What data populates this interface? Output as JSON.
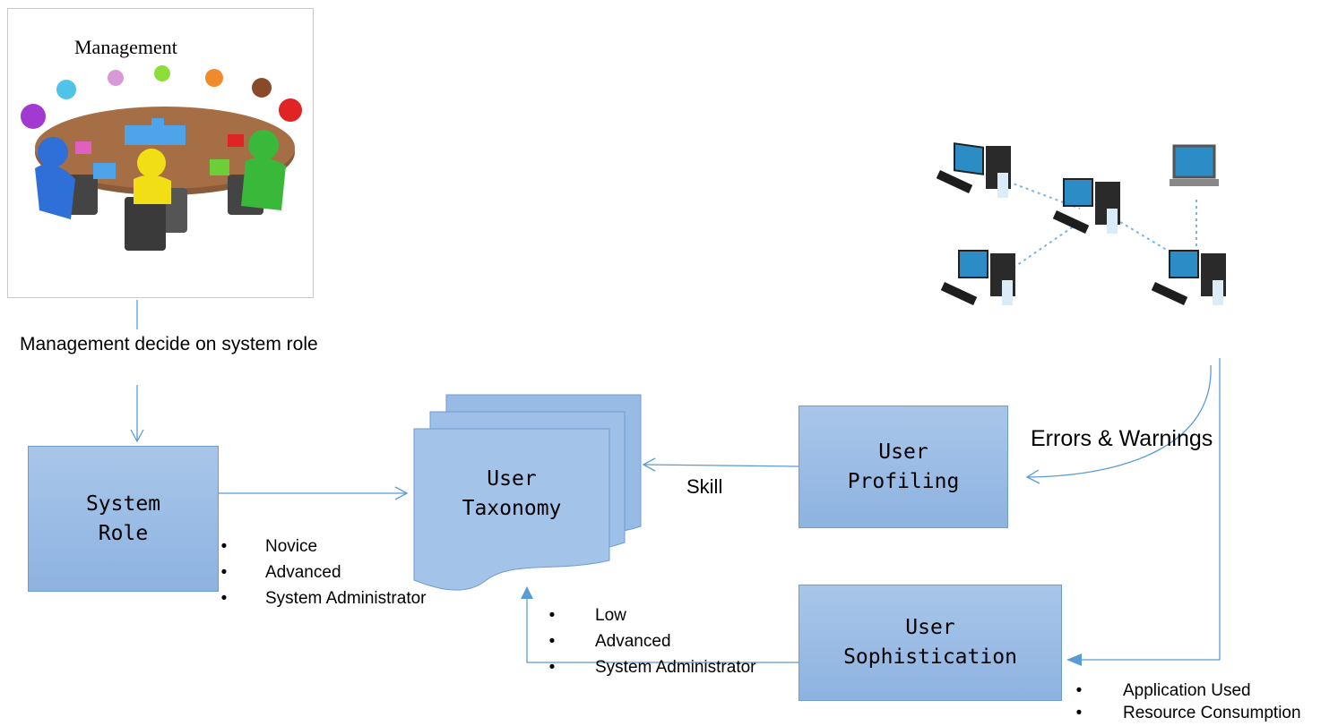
{
  "management": {
    "title": "Management",
    "image": "meeting-puzzle-illustration"
  },
  "network": {
    "image": "computer-network-illustration"
  },
  "labels": {
    "management_decide": "Management decide on system role",
    "skill": "Skill",
    "errors_warnings": "Errors & Warnings"
  },
  "nodes": {
    "system_role": "System\nRole",
    "user_taxonomy": "User\nTaxonomy",
    "user_profiling": "User\nProfiling",
    "user_sophistication": "User\nSophistication"
  },
  "role_levels": [
    "Novice",
    "Advanced",
    "System Administrator"
  ],
  "sophistication_levels": [
    "Low",
    "Advanced",
    "System Administrator"
  ],
  "sophistication_inputs": [
    "Application Used",
    "Resource Consumption"
  ],
  "colors": {
    "box_fill": "#9dbde6",
    "box_border": "#6f9bd2",
    "arrow": "#5b9bd5"
  }
}
